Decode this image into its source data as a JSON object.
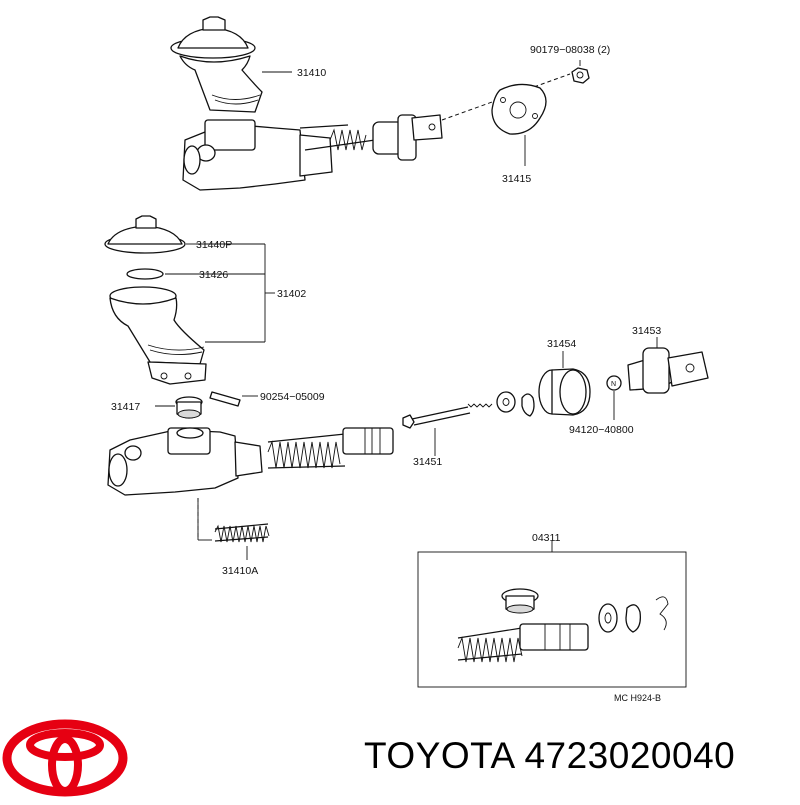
{
  "callouts": {
    "c31410": "31410",
    "c90179": "90179−08038 (2)",
    "c31415": "31415",
    "c31440p": "31440P",
    "c31426": "31426",
    "c31402": "31402",
    "c90254": "90254−05009",
    "c31417": "31417",
    "c31454": "31454",
    "c31453": "31453",
    "c94120": "94120−40800",
    "c31451": "31451",
    "c31410a": "31410A",
    "c04311": "04311",
    "ref_code": "MC  H924-B"
  },
  "footer": {
    "brand": "TOYOTA",
    "part_number": "4723020040",
    "logo_color": "#e60012"
  }
}
